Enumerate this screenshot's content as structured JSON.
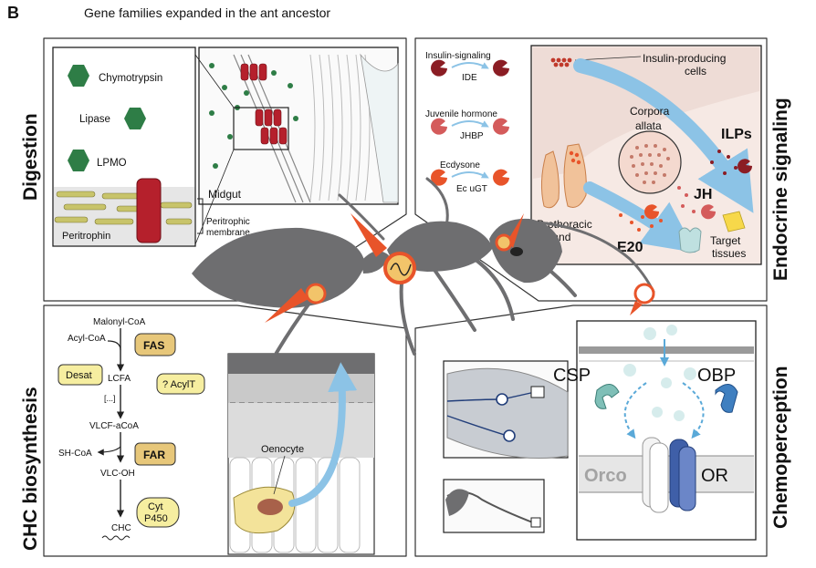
{
  "figure": {
    "panel_letter": "B",
    "title": "Gene families expanded in the ant ancestor"
  },
  "digestion": {
    "label": "Digestion",
    "enzymes": [
      "Chymotrypsin",
      "Lipase",
      "LPMO"
    ],
    "peritrophin": "Peritrophin",
    "midgut": "Midgut",
    "peritrophic_membrane": [
      "Peritrophic",
      "membrane"
    ]
  },
  "endocrine": {
    "label": "Endocrine signaling",
    "legend": [
      {
        "name": "Insulin-signaling",
        "enzyme": "IDE"
      },
      {
        "name": "Juvenile hormone",
        "enzyme": "JHBP"
      },
      {
        "name": "Ecdysone",
        "enzyme": "Ec uGT"
      }
    ],
    "insulin_cells": [
      "Insulin-producing",
      "cells"
    ],
    "corpora_allata": [
      "Corpora",
      "allata"
    ],
    "ilps": "ILPs",
    "jh": "JH",
    "prothoracic": [
      "Prothoracic",
      "gland"
    ],
    "e20": "E20",
    "target": [
      "Target",
      "tissues"
    ]
  },
  "chc": {
    "label": "CHC biosynthesis",
    "malonyl": "Malonyl-CoA",
    "acyl": "Acyl-CoA",
    "fas": "FAS",
    "lcfa": "LCFA",
    "desat": "Desat",
    "acylt": "? AcylT",
    "dots": "[...]",
    "vlcf": "VLCF-aCoA",
    "shcoa": "SH-CoA",
    "far": "FAR",
    "vlcoh": "VLC-OH",
    "cyt": [
      "Cyt",
      "P450"
    ],
    "chc_product": "CHC",
    "oenocyte": "Oenocyte"
  },
  "chemo": {
    "label": "Chemoperception",
    "csp": "CSP",
    "obp": "OBP",
    "orco": "Orco",
    "or": "OR"
  },
  "colors": {
    "enzyme_green": "#2e7d46",
    "peritrophin_red": "#b5202c",
    "arrow_blue": "#8cc3e6",
    "hormone_red": "#8b1d24",
    "ant_grey": "#6e6e70",
    "highlight_orange": "#e8542a",
    "box_yellow": "#f6eea0",
    "box_tan": "#e7c77a",
    "receptor_blue": "#3f5fa8",
    "receptor_teal": "#7fbfb7"
  }
}
